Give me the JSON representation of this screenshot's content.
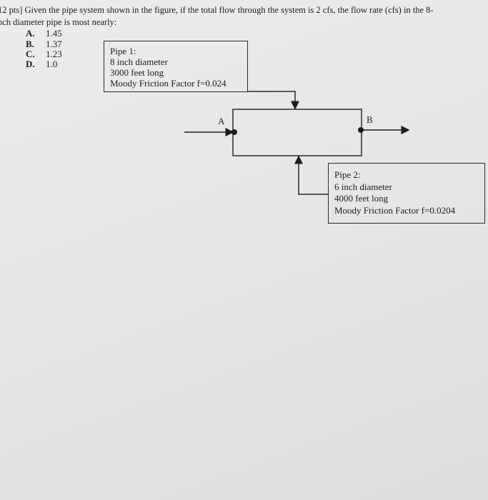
{
  "question": {
    "line1": "12 pts] Given the pipe system shown in the figure, if the total flow through the system is 2 cfs, the flow rate (cfs) in the 8-",
    "line2": "nch diameter pipe is most nearly:"
  },
  "options": [
    {
      "letter": "A.",
      "value": "1.45"
    },
    {
      "letter": "B.",
      "value": "1.37"
    },
    {
      "letter": "C.",
      "value": "1.23"
    },
    {
      "letter": "D.",
      "value": "1.0"
    }
  ],
  "pipe1": {
    "title": "Pipe 1:",
    "diameter": "8 inch diameter",
    "length": "3000 feet long",
    "friction": "Moody Friction Factor f=0.024"
  },
  "pipe2": {
    "title": "Pipe 2:",
    "diameter": "6 inch diameter",
    "length": "4000 feet long",
    "friction": "Moody Friction Factor f=0.0204"
  },
  "nodes": {
    "a": "A",
    "b": "B"
  }
}
